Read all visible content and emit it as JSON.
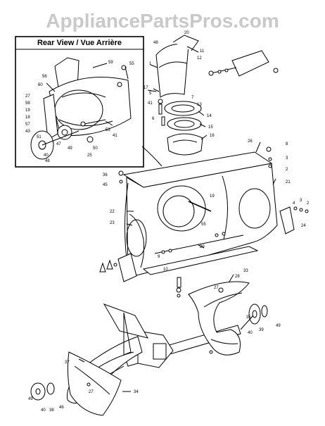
{
  "watermark": "AppliancePartsPros.com",
  "inset": {
    "title": "Rear View / Vue Arrière"
  },
  "main_labels": [
    {
      "id": "p20",
      "text": "20"
    },
    {
      "id": "p48a",
      "text": "48"
    },
    {
      "id": "p11",
      "text": "11"
    },
    {
      "id": "p12",
      "text": "12"
    },
    {
      "id": "p1",
      "text": "1"
    },
    {
      "id": "p17a",
      "text": "17"
    },
    {
      "id": "p5a",
      "text": "5"
    },
    {
      "id": "p7",
      "text": "7"
    },
    {
      "id": "p13",
      "text": "13"
    },
    {
      "id": "p14",
      "text": "14"
    },
    {
      "id": "p15",
      "text": "15"
    },
    {
      "id": "p16",
      "text": "16"
    },
    {
      "id": "p41",
      "text": "41"
    },
    {
      "id": "p6",
      "text": "6"
    },
    {
      "id": "p26",
      "text": "26"
    },
    {
      "id": "p8",
      "text": "8"
    },
    {
      "id": "p3a",
      "text": "3"
    },
    {
      "id": "p2a",
      "text": "2"
    },
    {
      "id": "p21",
      "text": "21"
    },
    {
      "id": "p36",
      "text": "36"
    },
    {
      "id": "p45",
      "text": "45"
    },
    {
      "id": "p22",
      "text": "22"
    },
    {
      "id": "p23",
      "text": "23"
    },
    {
      "id": "p19",
      "text": "19"
    },
    {
      "id": "p55",
      "text": "55"
    },
    {
      "id": "p29",
      "text": "29"
    },
    {
      "id": "p24",
      "text": "24"
    },
    {
      "id": "p4a",
      "text": "4"
    },
    {
      "id": "p2b",
      "text": "2"
    },
    {
      "id": "p3b",
      "text": "3"
    },
    {
      "id": "p28",
      "text": "28"
    },
    {
      "id": "p33",
      "text": "33"
    },
    {
      "id": "p27a",
      "text": "27"
    },
    {
      "id": "p35",
      "text": "35"
    },
    {
      "id": "p49a",
      "text": "49"
    },
    {
      "id": "p40a",
      "text": "40"
    },
    {
      "id": "p39",
      "text": "39"
    },
    {
      "id": "p37",
      "text": "37"
    },
    {
      "id": "p34",
      "text": "34"
    },
    {
      "id": "p49b",
      "text": "49"
    },
    {
      "id": "p40b",
      "text": "40"
    },
    {
      "id": "p38",
      "text": "38"
    },
    {
      "id": "p46",
      "text": "46"
    },
    {
      "id": "p27b",
      "text": "27"
    },
    {
      "id": "p10",
      "text": "10"
    },
    {
      "id": "p9",
      "text": "9"
    }
  ],
  "inset_labels": [
    {
      "id": "i59",
      "text": "59"
    },
    {
      "id": "i55",
      "text": "55"
    },
    {
      "id": "i56",
      "text": "56"
    },
    {
      "id": "i60",
      "text": "60"
    },
    {
      "id": "i27",
      "text": "27"
    },
    {
      "id": "i58",
      "text": "58"
    },
    {
      "id": "i19",
      "text": "19"
    },
    {
      "id": "i18",
      "text": "18"
    },
    {
      "id": "i57",
      "text": "57"
    },
    {
      "id": "i43",
      "text": "43"
    },
    {
      "id": "i51",
      "text": "51"
    },
    {
      "id": "i47",
      "text": "47"
    },
    {
      "id": "i49",
      "text": "49"
    },
    {
      "id": "i40",
      "text": "40"
    },
    {
      "id": "i48",
      "text": "48"
    },
    {
      "id": "i53",
      "text": "53"
    },
    {
      "id": "i41",
      "text": "41"
    },
    {
      "id": "i50",
      "text": "50"
    },
    {
      "id": "i25",
      "text": "25"
    }
  ]
}
